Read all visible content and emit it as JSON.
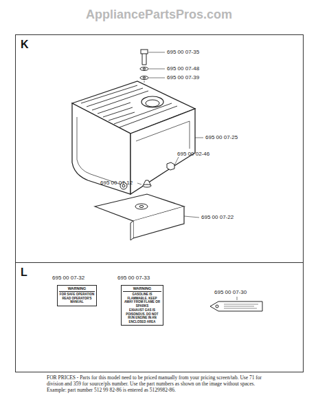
{
  "diagram": {
    "nodes": [
      {
        "text": [
          "K"
        ]
      },
      {
        "text": [
          "L"
        ]
      },
      {
        "text": [
          "WARNING",
          "FOR SAFE OPERATION READ OPERATOR'S MANUAL"
        ],
        "in": 1
      },
      {
        "text": [
          "WARNING",
          "GASOLINE IS FLAMMABLE. KEEP AWAY FROM FLAME OR SPARKS",
          "EXHAUST GAS IS POISONOUS. DO NOT RUN ENGINE IN AN ENCLOSED AREA"
        ],
        "in": 1
      }
    ],
    "labels": [
      "AppliancePartsPros.com",
      "695 00 07-35",
      "695 00 07-48",
      "695 00 07-39",
      "695 00 07-25",
      "695 00 02-46",
      "695 00 07-12",
      "695 00 07-22",
      "695 00 07-32",
      "695 00 07-33",
      "695 00 07-30",
      "FOR PRICES - Parts for this model need to be priced manually from your pricing screen/tab. Use 71 for division and 359 for source/pls number. Use the part numbers as shown on the image without spaces. Example: part number 512 99 82-86 is entered as 5129982-86."
    ]
  }
}
